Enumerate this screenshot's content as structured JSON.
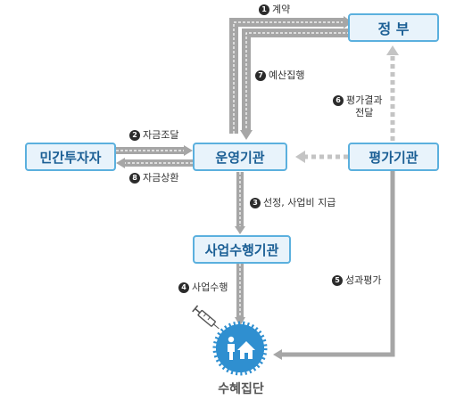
{
  "nodes": {
    "government": "정  부",
    "operator": "운영기관",
    "investor": "민간투자자",
    "evaluator": "평가기관",
    "executor": "사업수행기관",
    "recipients": "수혜집단"
  },
  "steps": [
    {
      "num": "1",
      "text": "계약"
    },
    {
      "num": "2",
      "text": "자금조달"
    },
    {
      "num": "3",
      "text": "선정, 사업비 지급"
    },
    {
      "num": "4",
      "text": "사업수행"
    },
    {
      "num": "5",
      "text": "성과평가"
    },
    {
      "num": "6",
      "lines": [
        "평가결과",
        "전달"
      ]
    },
    {
      "num": "7",
      "text": "예산집행"
    },
    {
      "num": "8",
      "text": "자금상환"
    }
  ],
  "colors": {
    "node_fill": "#e8f3fb",
    "node_border": "#5bb0de",
    "node_text": "#1b5f95",
    "flow": "#a6a6a6",
    "recipient": "#2f8fd0"
  }
}
